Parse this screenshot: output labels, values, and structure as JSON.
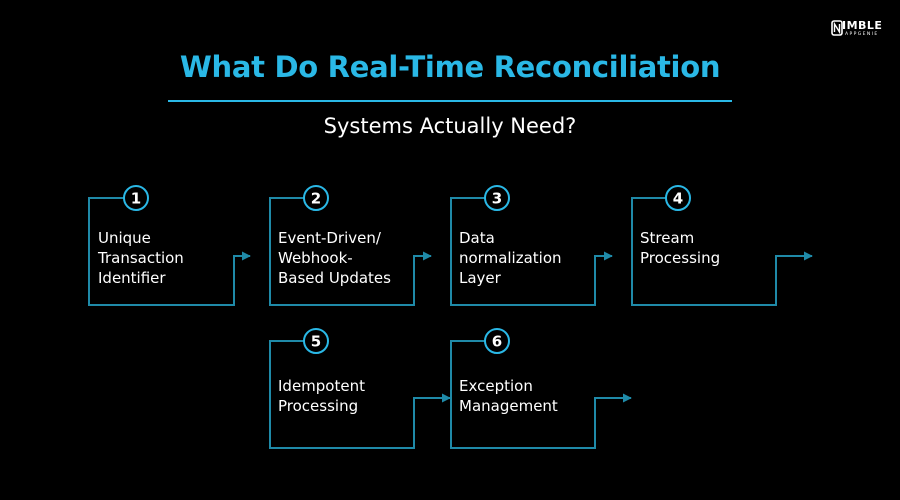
{
  "header": {
    "title": "What Do Real-Time Reconciliation",
    "subtitle": "Systems Actually Need?"
  },
  "brand": {
    "name": "IMBLE",
    "tagline": "APPGENIE"
  },
  "colors": {
    "accent": "#2ab8e6",
    "connector": "#1f8aa8",
    "background": "#000000",
    "text": "#ffffff"
  },
  "steps": [
    {
      "number": "1",
      "lines": [
        "Unique",
        "Transaction",
        "Identifier"
      ]
    },
    {
      "number": "2",
      "lines": [
        "Event-Driven/",
        "Webhook-",
        "Based Updates"
      ]
    },
    {
      "number": "3",
      "lines": [
        "Data",
        "normalization",
        "Layer"
      ]
    },
    {
      "number": "4",
      "lines": [
        "Stream",
        "Processing"
      ]
    },
    {
      "number": "5",
      "lines": [
        "Idempotent",
        "Processing"
      ]
    },
    {
      "number": "6",
      "lines": [
        "Exception",
        "Management"
      ]
    }
  ]
}
